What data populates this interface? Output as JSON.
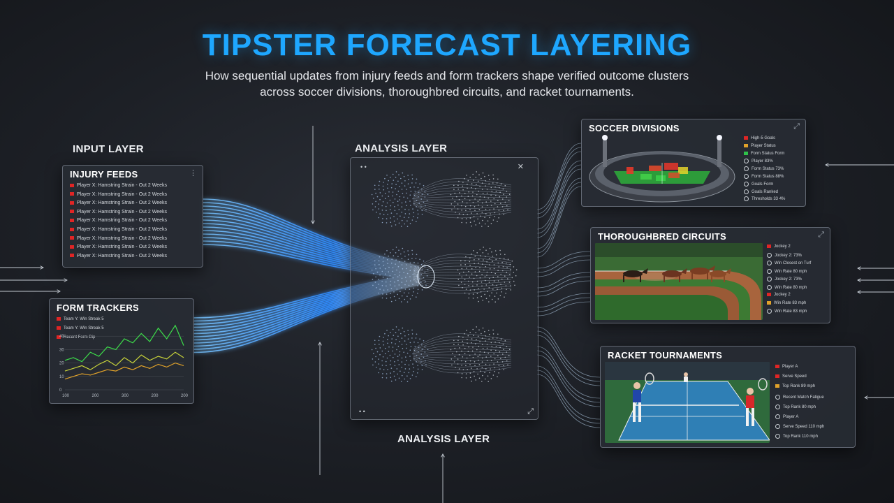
{
  "title": "TIPSTER FORECAST LAYERING",
  "subtitle": "How sequential updates from injury feeds and form trackers shape verified outcome clusters across soccer divisions, thoroughbred circuits, and racket tournaments.",
  "layers": {
    "input": "INPUT LAYER",
    "analysis_top": "ANALYSIS LAYER",
    "analysis_bottom": "ANALYSIS LAYER"
  },
  "injury_feeds": {
    "title": "INJURY FEEDS",
    "rows": [
      "Player X: Hamstring Strain - Out 2 Weeks",
      "Player X: Hamstring Strain - Out 2 Weeks",
      "Player X: Hamstring Strain - Out 2 Weeks",
      "Player X: Hamstring Strain - Out 2 Weeks",
      "Player X: Hamstring Strain - Out 2 Weeks",
      "Player X: Hamstring Strain - Out 2 Weeks",
      "Player X: Hamstring Strain - Out 2 Weeks",
      "Player X: Hamstring Strain - Out 2 Weeks",
      "Player X: Hamstring Strain - Out 2 Weeks"
    ]
  },
  "form_trackers": {
    "title": "FORM TRACKERS",
    "legend": [
      "Team Y: Win Streak 5",
      "Team Y: Win Streak 5",
      "Recent Form Dip"
    ],
    "chart_data": {
      "type": "line",
      "x": [
        "100",
        "200",
        "300",
        "200",
        "200"
      ],
      "y_ticks": [
        0,
        10,
        20,
        30,
        40
      ],
      "ylim": [
        0,
        50
      ],
      "series": [
        {
          "color": "#3ddc4a",
          "values": [
            22,
            24,
            21,
            28,
            25,
            32,
            30,
            38,
            35,
            42,
            36,
            46,
            38,
            48,
            33
          ]
        },
        {
          "color": "#c8d33a",
          "values": [
            14,
            16,
            18,
            15,
            19,
            22,
            18,
            24,
            20,
            26,
            22,
            25,
            23,
            28,
            24
          ]
        },
        {
          "color": "#e0a22a",
          "values": [
            8,
            10,
            12,
            11,
            13,
            15,
            14,
            17,
            15,
            18,
            16,
            19,
            17,
            20,
            18
          ]
        }
      ]
    }
  },
  "soccer": {
    "title": "SOCCER DIVISIONS",
    "rows": [
      "High-5 Goals",
      "Player Status",
      "Form Status Form",
      "Player 83%",
      "Form Status 73%",
      "Form Status 88%",
      "Goals Form",
      "Goals Ranked",
      "Thresholds 33 4%"
    ]
  },
  "thoroughbred": {
    "title": "THOROUGHBRED CIRCUITS",
    "rows": [
      "Jockey 2",
      "Jockey 2: 73%",
      "Win Closest on Turf",
      "Win Rate 80 mph",
      "Jockey 2: 73%",
      "Win Rate 80 mph",
      "Jockey 2",
      "Win Rate 83 mph",
      "Win Rate 83 mph"
    ]
  },
  "racket": {
    "title": "RACKET TOURNAMENTS",
    "rows": [
      "Player A",
      "Serve Speed",
      "Top Rank 89 mph",
      "Recent Match Fatigue",
      "Top Rank 80 mph",
      "Player A",
      "Serve Speed 110 mph",
      "Top Rank 110 mph"
    ]
  },
  "colors": {
    "accent": "#1ea7ff",
    "panel_border": "#aab4c3",
    "stream": "#3aa0ff",
    "status_red": "#e02525",
    "status_green": "#2fc24a",
    "status_amber": "#e0a22a"
  },
  "icons": {
    "panel_menu": "⋮",
    "expand": "⤢"
  }
}
